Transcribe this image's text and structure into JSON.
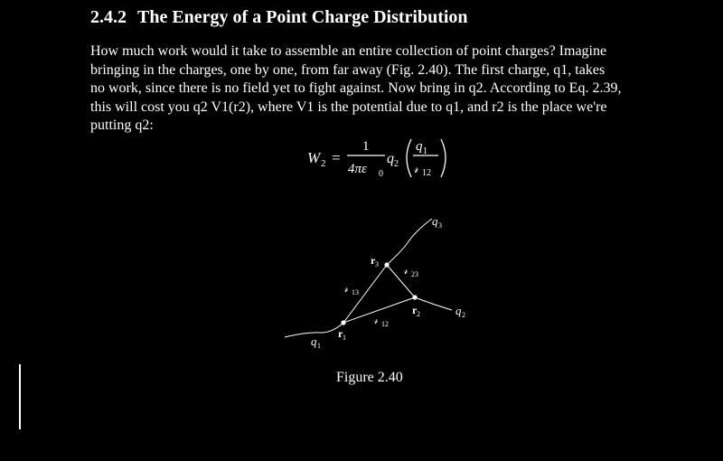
{
  "section": {
    "number": "2.4.2",
    "title": "The Energy of a Point Charge Distribution"
  },
  "paragraph": {
    "line1": "How much work would it take to assemble an entire collection of point charges? Imagine",
    "line2": "bringing in the charges, one by one, from far away (Fig. 2.40). The first charge, q1, takes",
    "line3": "no work, since there is no field yet to fight against. Now bring in q2. According to Eq. 2.39,",
    "line4": "this will cost you q2 V1(r2), where V1 is the potential due to q1, and r2 is the place we're",
    "line5": "putting q2:"
  },
  "equation": {
    "lhs": "W",
    "lhs_sub": "2",
    "equals": "=",
    "numerator": "1",
    "denominator": "4πε",
    "denominator_sub": "0",
    "factor": "q",
    "factor_sub": "2",
    "inner_num": "q",
    "inner_num_sub": "1",
    "inner_den": "𝓇",
    "inner_den_sub": "12"
  },
  "figure": {
    "labels": {
      "q1": "q",
      "q1_sub": "1",
      "q2": "q",
      "q2_sub": "2",
      "q3": "q",
      "q3_sub": "3",
      "r1": "r",
      "r1_sub": "1",
      "r2": "r",
      "r2_sub": "2",
      "r3": "r",
      "r3_sub": "3",
      "d12": "𝓇",
      "d12_sub": "12",
      "d13": "𝓇",
      "d13_sub": "13",
      "d23": "𝓇",
      "d23_sub": "23"
    },
    "caption": "Figure 2.40"
  },
  "colors": {
    "background": "#000000",
    "text": "#ffffff"
  }
}
